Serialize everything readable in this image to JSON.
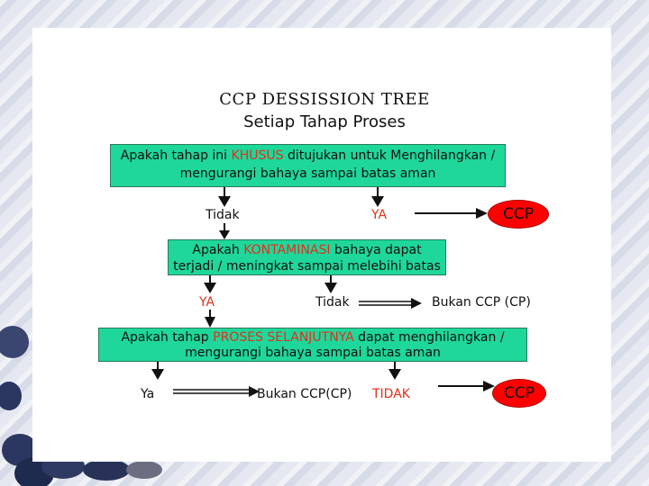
{
  "title": "CCP DESSISSION TREE",
  "subtitle": "Setiap Tahap Proses",
  "q1": {
    "pre": "Apakah tahap ini ",
    "key": "KHUSUS",
    "post": " ditujukan untuk Menghilangkan /",
    "line2": "mengurangi bahaya sampai batas aman"
  },
  "q1_no": "Tidak",
  "q1_yes": "YA",
  "ccp_label": "CCP",
  "q2": {
    "pre": "Apakah ",
    "key": "KONTAMINASI",
    "post": " bahaya dapat",
    "line2": "terjadi / meningkat sampai melebihi batas"
  },
  "q2_yes": "YA",
  "q2_no": "Tidak",
  "q2_result": "Bukan CCP (CP)",
  "q3": {
    "pre": "Apakah tahap ",
    "key": "PROSES SELANJUTNYA",
    "post": " dapat menghilangkan /",
    "line2": "mengurangi bahaya sampai batas aman"
  },
  "q3_yes": "Ya",
  "q3_result": "Bukan CCP(CP)",
  "q3_no": "TIDAK",
  "ccp_label_2": "CCP",
  "colors": {
    "box": "#1fd79a",
    "highlight": "#e0301e",
    "ccp": "#ff0000"
  }
}
